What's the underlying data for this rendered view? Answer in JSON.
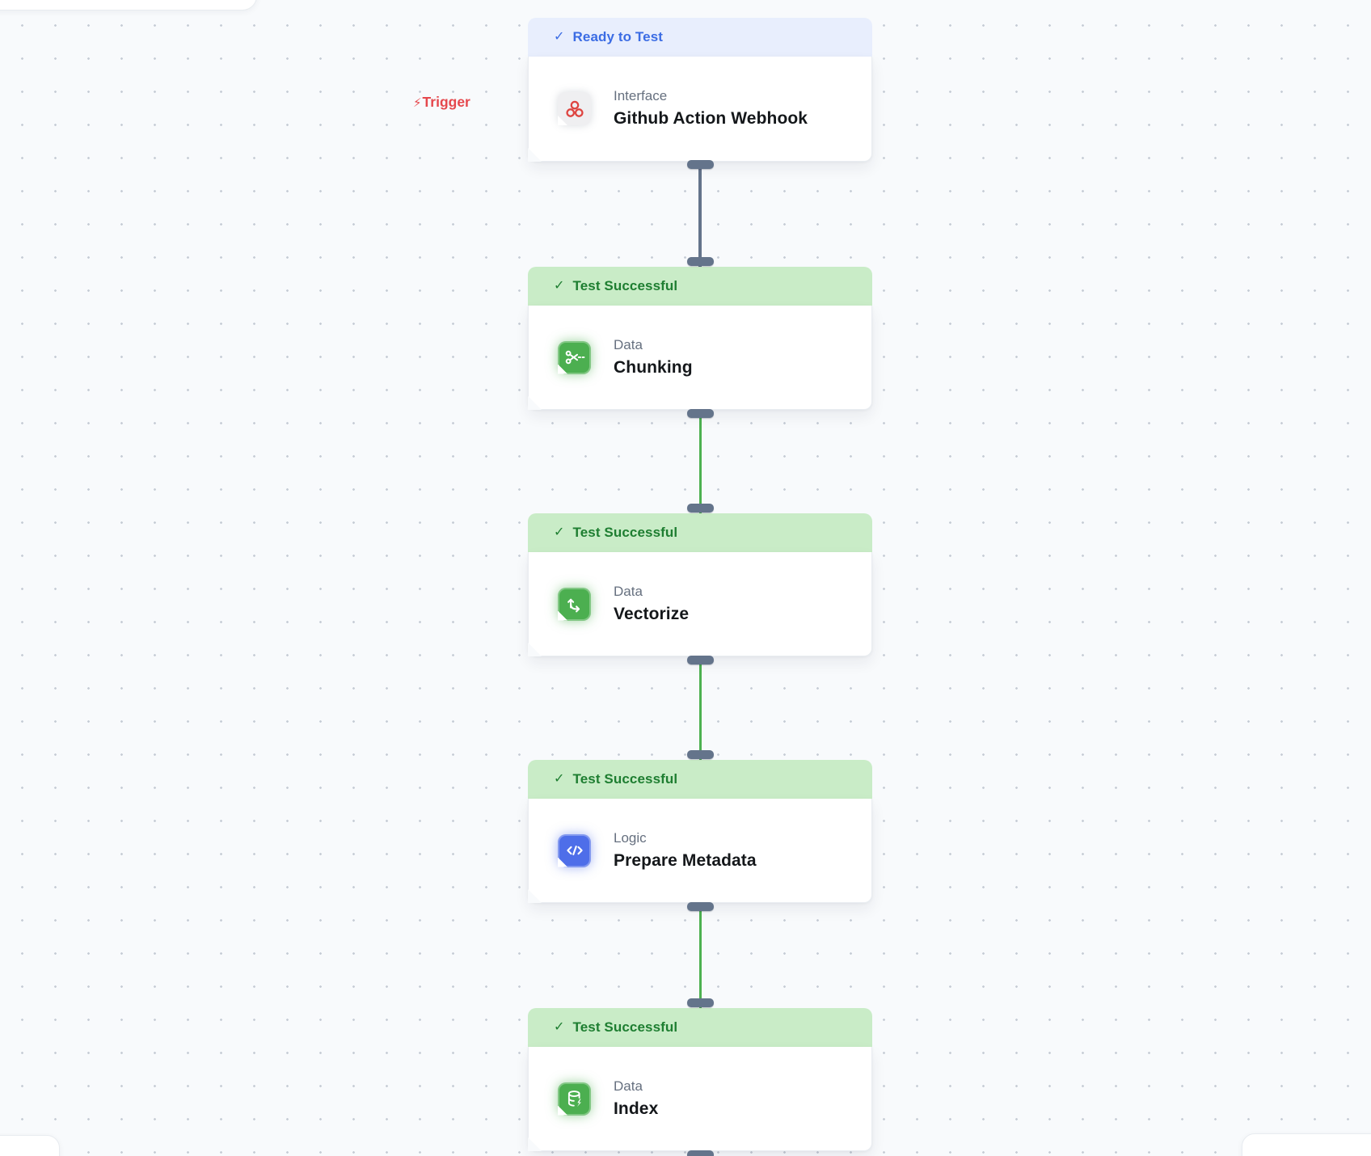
{
  "canvas": {
    "trigger": {
      "label": "Trigger",
      "icon": "lightning-bolt-icon"
    }
  },
  "nodes": [
    {
      "id": "github-action-webhook",
      "status_label": "Ready to Test",
      "status_kind": "ready",
      "check_glyph": "✓",
      "category": "Interface",
      "title": "Github Action Webhook",
      "icon": "webhook-icon"
    },
    {
      "id": "chunking",
      "status_label": "Test Successful",
      "status_kind": "success",
      "check_glyph": "✓",
      "category": "Data",
      "title": "Chunking",
      "icon": "scissors-icon"
    },
    {
      "id": "vectorize",
      "status_label": "Test Successful",
      "status_kind": "success",
      "check_glyph": "✓",
      "category": "Data",
      "title": "Vectorize",
      "icon": "route-arrows-icon"
    },
    {
      "id": "prepare-metadata",
      "status_label": "Test Successful",
      "status_kind": "success",
      "check_glyph": "✓",
      "category": "Logic",
      "title": "Prepare Metadata",
      "icon": "code-icon"
    },
    {
      "id": "index",
      "status_label": "Test Successful",
      "status_kind": "success",
      "check_glyph": "✓",
      "category": "Data",
      "title": "Index",
      "icon": "database-lightning-icon"
    }
  ],
  "colors": {
    "canvas_bg": "#F8FAFC",
    "ready_header_bg": "#E8EEFD",
    "ready_text": "#3B6CE4",
    "success_header_bg": "#C9ECC7",
    "success_text": "#1E7E31",
    "trigger_red": "#E5484D",
    "connector_gray": "#64748B",
    "connector_green": "#4DB151",
    "icon_green": "#4CAF50",
    "icon_blue": "#4E6EE9",
    "icon_red": "#DE4440",
    "tile_gray": "#EFEFF1"
  }
}
